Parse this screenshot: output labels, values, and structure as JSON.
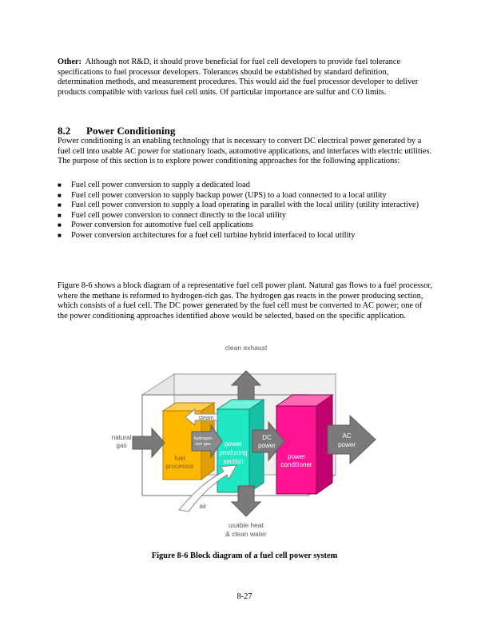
{
  "paragraphs": {
    "other_lead": "Other:",
    "other_body": "Although not R&D, it should prove beneficial for fuel cell developers to provide fuel tolerance specifications to fuel processor developers.  Tolerances should be established by standard definition, determination methods, and measurement procedures.  This would aid the fuel processor developer to deliver products compatible with various fuel cell units.  Of particular importance are sulfur and CO limits."
  },
  "section": {
    "number": "8.2",
    "title": "Power Conditioning",
    "intro": "Power conditioning is an enabling technology that is necessary to convert DC electrical power generated by a fuel cell into usable AC power for stationary loads, automotive applications, and interfaces with electric utilities. The purpose of this section is to explore power conditioning approaches for the following applications:",
    "bullets": [
      "Fuel cell power conversion to supply a dedicated load",
      "Fuel cell power conversion to supply backup power (UPS) to a load connected to a local utility",
      "Fuel cell power conversion to supply a load operating in parallel with the local utility (utility interactive)",
      "Fuel cell power conversion to connect directly to the local utility",
      "Power conversion for automotive fuel cell applications",
      "Power conversion architectures for a fuel cell turbine hybrid interfaced to local utility"
    ],
    "figure_text": "Figure 8-6 shows a block diagram of a representative fuel cell power plant.  Natural gas flows to a fuel processor, where the methane is reformed to hydrogen-rich gas.  The hydrogen gas reacts in the power producing section, which consists of a fuel cell.  The DC power generated by the fuel cell must be converted to AC power; one of the power conditioning approaches identified above would be selected, based on the specific application."
  },
  "figure": {
    "labels": {
      "clean_exhaust": "clean exhaust",
      "natural": "natural",
      "gas": "gas",
      "steam": "steam",
      "hydrogen1": "hydrogen",
      "hydrogen2": "rich gas",
      "power1": "power",
      "power2": "producing",
      "power3": "section",
      "dc1": "DC",
      "dc2": "power",
      "ac1": "AC",
      "ac2": "power",
      "fuel1": "fuel",
      "fuel2": "processor",
      "cond1": "power",
      "cond2": "conditioner",
      "air": "air",
      "heat1": "usable heat",
      "heat2": "& clean water"
    },
    "caption": "Figure 8-6  Block diagram of a fuel cell power system",
    "colors": {
      "fuel_processor": "#FFB800",
      "power_section": "#1EE8C4",
      "conditioner": "#FF1493",
      "arrow": "#7A7A7A",
      "frame": "#CFCFCF"
    }
  },
  "page_number": "8-27"
}
